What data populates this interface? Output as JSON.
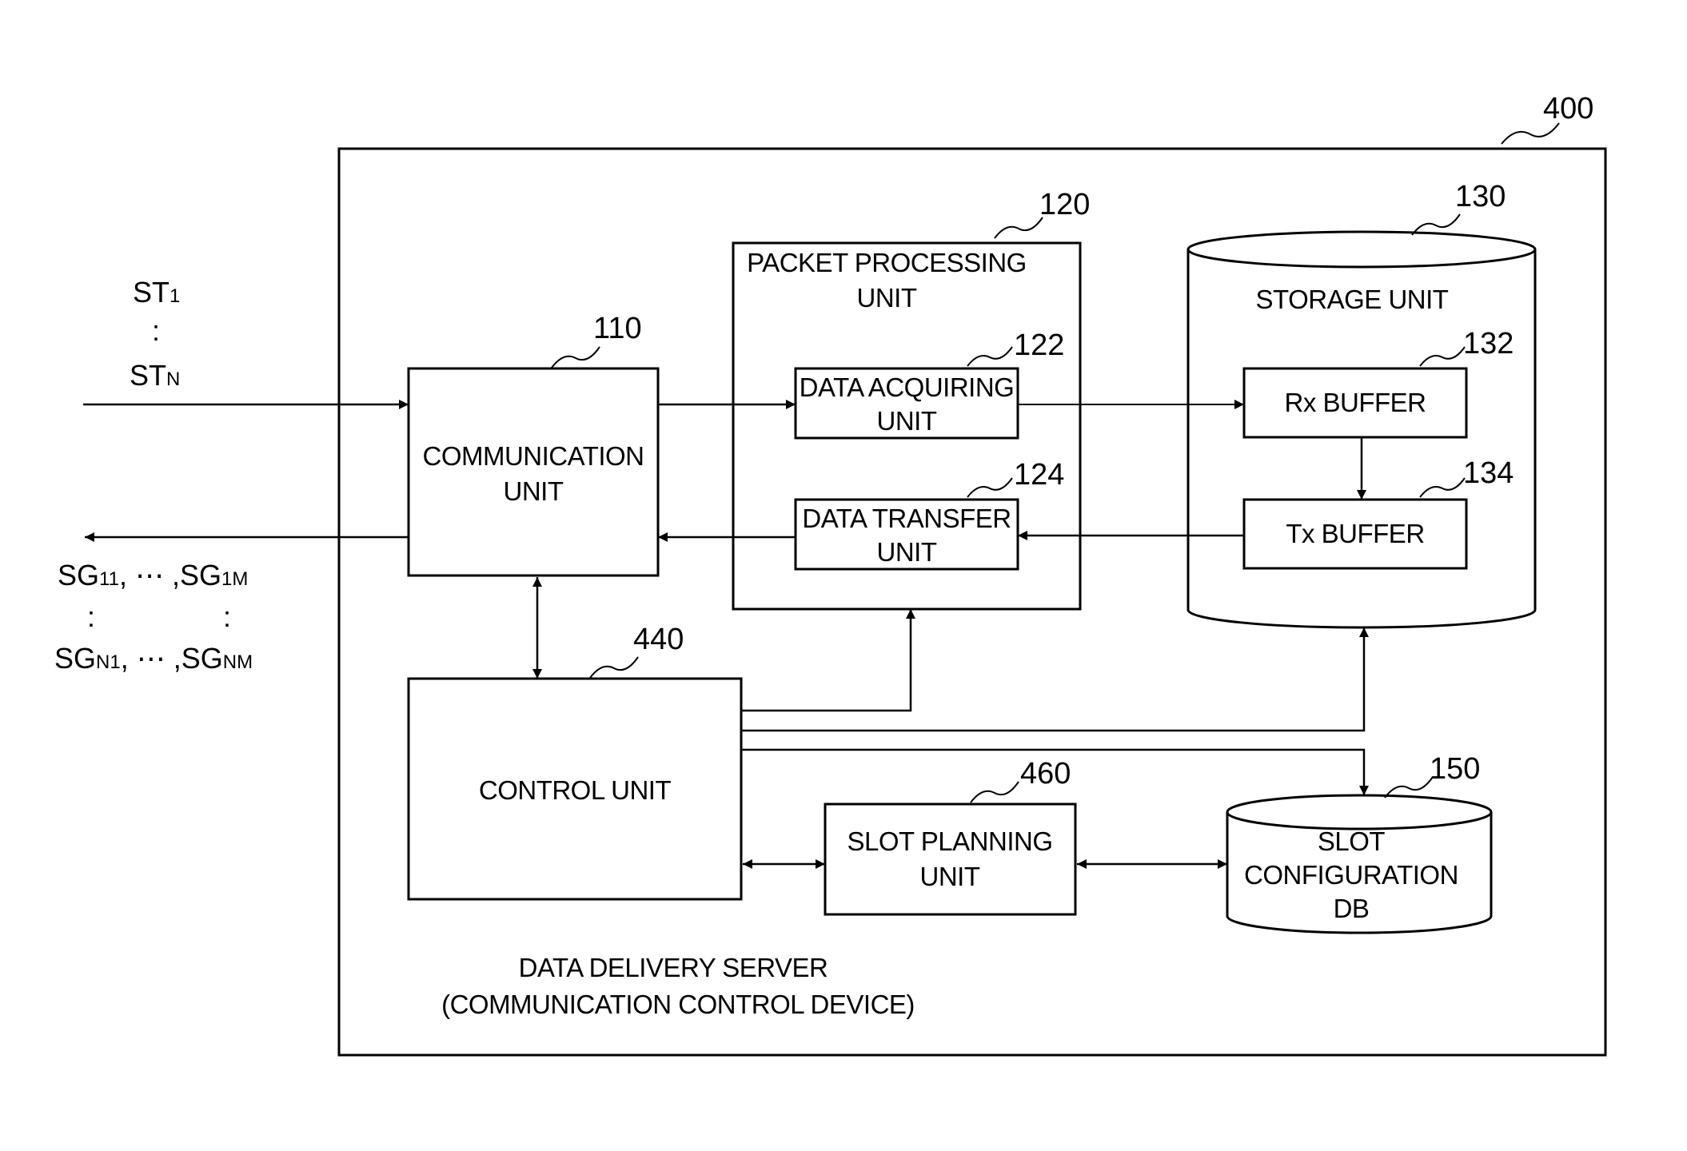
{
  "refs": {
    "server": "400",
    "packet_processing": "120",
    "storage": "130",
    "communication": "110",
    "data_acquiring": "122",
    "data_transfer": "124",
    "rx_buffer": "132",
    "tx_buffer": "134",
    "control": "440",
    "slot_planning": "460",
    "slot_db": "150"
  },
  "labels": {
    "packet_processing": [
      "PACKET PROCESSING",
      "UNIT"
    ],
    "storage": "STORAGE UNIT",
    "communication": [
      "COMMUNICATION",
      "UNIT"
    ],
    "data_acquiring": [
      "DATA ACQUIRING",
      "UNIT"
    ],
    "data_transfer": [
      "DATA TRANSFER",
      "UNIT"
    ],
    "rx_buffer": "Rx BUFFER",
    "tx_buffer": "Tx BUFFER",
    "control": "CONTROL UNIT",
    "slot_planning": [
      "SLOT PLANNING",
      "UNIT"
    ],
    "slot_db": [
      "SLOT",
      "CONFIGURATION",
      "DB"
    ],
    "server": [
      "DATA DELIVERY SERVER",
      "(COMMUNICATION CONTROL DEVICE)"
    ]
  },
  "signals": {
    "input_first": {
      "base": "ST",
      "sub": "1"
    },
    "input_dots": ":",
    "input_last": {
      "base": "ST",
      "sub": "N"
    },
    "output_row1_a": {
      "base": "SG",
      "sub": "11"
    },
    "output_row1_mid": ", ⋯ ,",
    "output_row1_b": {
      "base": "SG",
      "sub": "1M"
    },
    "output_dots_left": ":",
    "output_dots_right": ":",
    "output_row2_a": {
      "base": "SG",
      "sub": "N1"
    },
    "output_row2_mid": ", ⋯ ,",
    "output_row2_b": {
      "base": "SG",
      "sub": "NM"
    }
  }
}
